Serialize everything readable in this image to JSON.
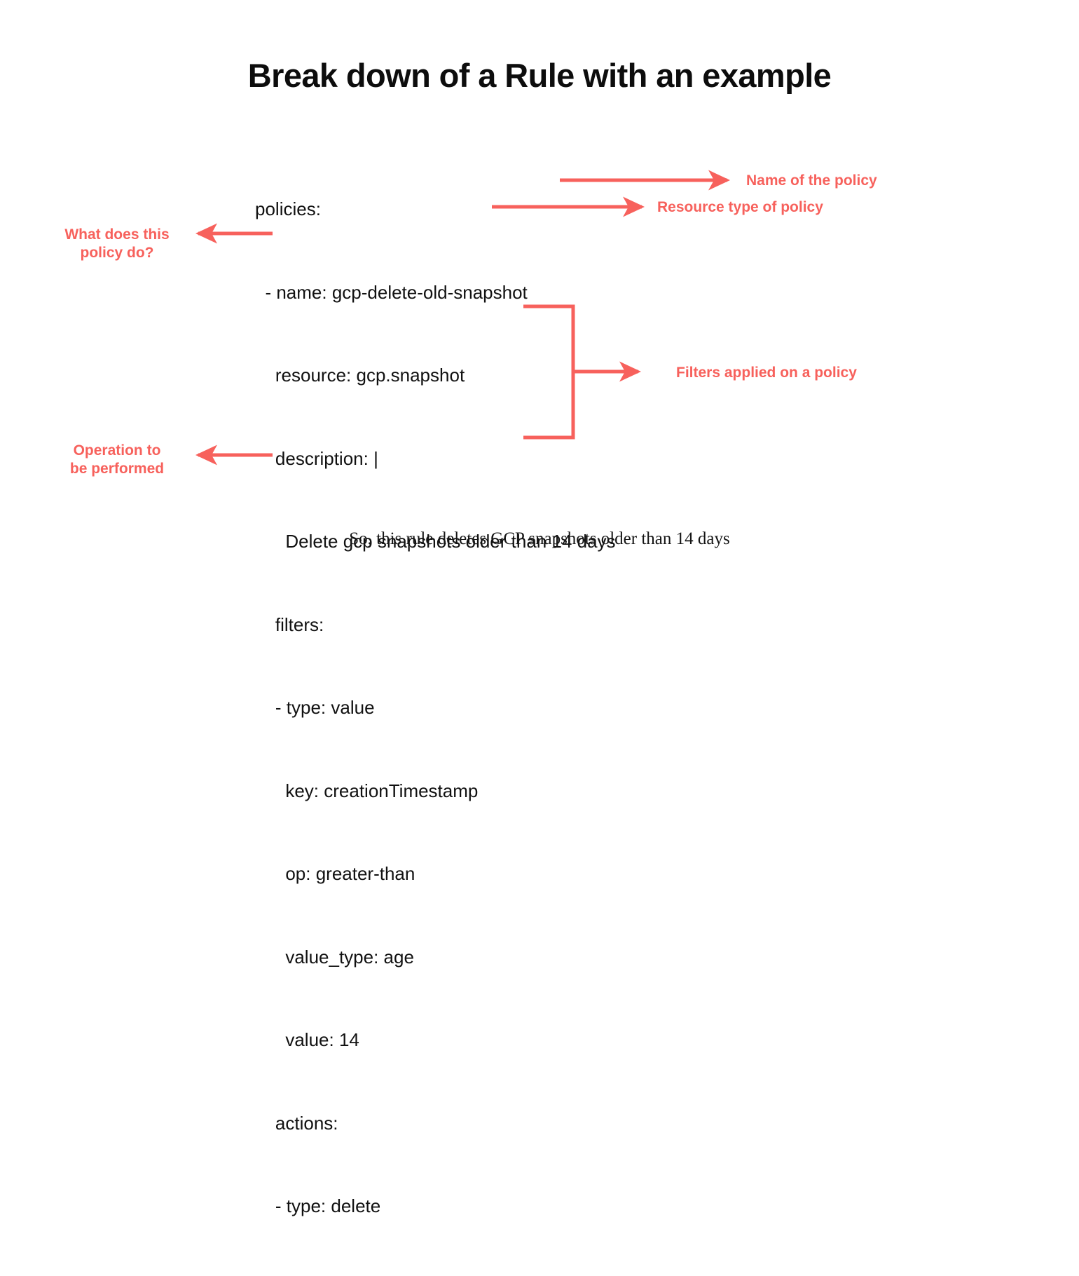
{
  "page": {
    "title": "Break down of a Rule with an example",
    "background_color": "#ffffff",
    "accent_color": "#F7615C",
    "text_color": "#111111",
    "caption": "So, this rule deletes GCP snapshots older than 14 days"
  },
  "code": {
    "language": "yaml",
    "lines": [
      "policies:",
      "  - name: gcp-delete-old-snapshot",
      "    resource: gcp.snapshot",
      "    description: |",
      "      Delete gcp snapshots older than 14 days",
      "    filters:",
      "    - type: value",
      "      key: creationTimestamp",
      "      op: greater-than",
      "      value_type: age",
      "      value: 14",
      "    actions:",
      "    - type: delete"
    ]
  },
  "annotations": {
    "name_of_policy": "Name of the policy",
    "resource_type": "Resource type of policy",
    "what_does_policy_do": "What does this\npolicy do?",
    "filters_applied": "Filters applied on a policy",
    "operation_performed": "Operation to\nbe performed"
  },
  "connectors": [
    {
      "name": "arrow-to-name-of-policy",
      "direction": "right"
    },
    {
      "name": "arrow-to-resource-type",
      "direction": "right"
    },
    {
      "name": "arrow-to-what-does-policy-do",
      "direction": "left"
    },
    {
      "name": "arrow-to-filters-applied",
      "direction": "right"
    },
    {
      "name": "arrow-to-operation-performed",
      "direction": "left"
    },
    {
      "name": "filters-bracket",
      "direction": "bracket"
    }
  ]
}
